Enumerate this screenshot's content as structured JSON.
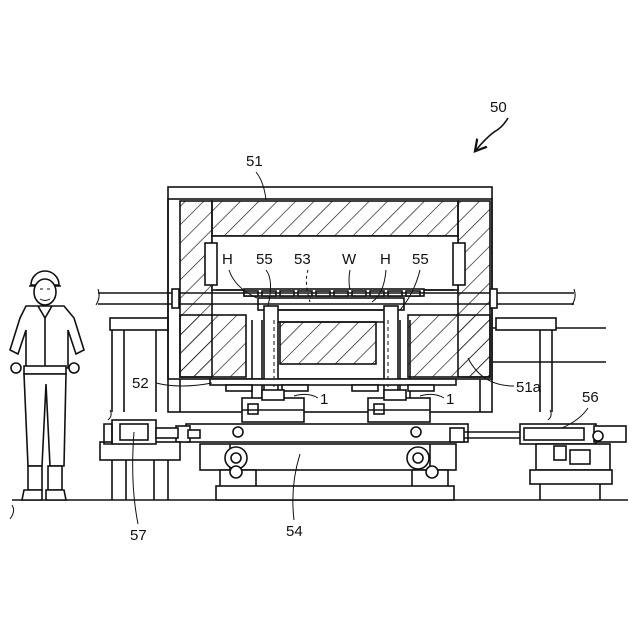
{
  "labels": {
    "machine": "50",
    "housing": "51",
    "housing_sub": "51a",
    "base": "52",
    "heater": "53",
    "slide": "54",
    "support_left": "55",
    "support_right": "55",
    "right_unit": "56",
    "left_unit": "57",
    "mold_left": "1",
    "mold_right": "1",
    "h_left": "H",
    "h_right": "H",
    "w": "W"
  }
}
